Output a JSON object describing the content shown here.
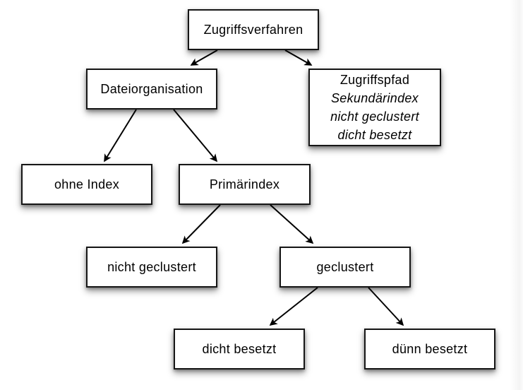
{
  "diagram": {
    "language": "de",
    "nodes": {
      "root": {
        "label": "Zugriffsverfahren"
      },
      "dateiorganisation": {
        "label": "Dateiorganisation"
      },
      "zugriffspfad": {
        "lines": [
          "Zugriffspfad",
          "Sekundärindex",
          "nicht geclustert",
          "dicht besetzt"
        ]
      },
      "ohne_index": {
        "label": "ohne Index"
      },
      "primaerindex": {
        "label": "Primärindex"
      },
      "nicht_geclustert": {
        "label": "nicht geclustert"
      },
      "geclustert": {
        "label": "geclustert"
      },
      "dicht_besetzt": {
        "label": "dicht besetzt"
      },
      "duenn_besetzt": {
        "label": "dünn besetzt"
      }
    },
    "edges": [
      {
        "from": "Zugriffsverfahren",
        "to": "Dateiorganisation"
      },
      {
        "from": "Zugriffsverfahren",
        "to": "Zugriffspfad"
      },
      {
        "from": "Dateiorganisation",
        "to": "ohne Index"
      },
      {
        "from": "Dateiorganisation",
        "to": "Primärindex"
      },
      {
        "from": "Primärindex",
        "to": "nicht geclustert"
      },
      {
        "from": "Primärindex",
        "to": "geclustert"
      },
      {
        "from": "geclustert",
        "to": "dicht besetzt"
      },
      {
        "from": "geclustert",
        "to": "dünn besetzt"
      }
    ],
    "colors": {
      "box_fill": "#ffffff",
      "box_border": "#161616",
      "text": "#000000",
      "arrow": "#000000",
      "background": "#ffffff"
    }
  }
}
